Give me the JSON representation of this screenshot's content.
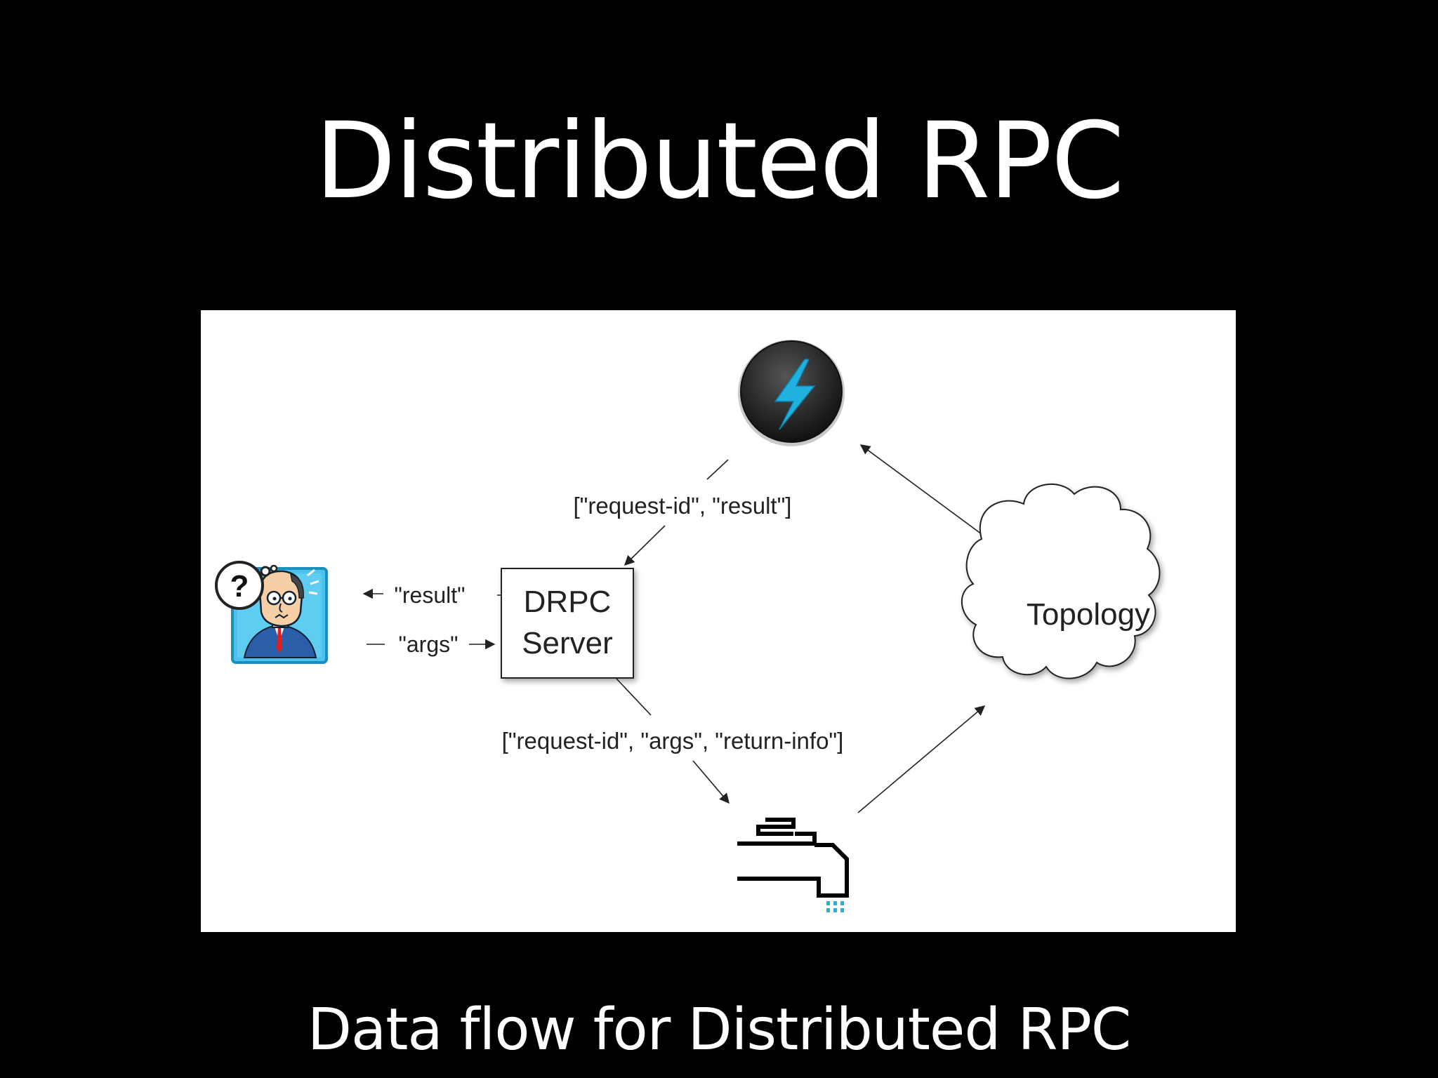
{
  "slide": {
    "title": "Distributed RPC",
    "caption": "Data flow for Distributed RPC"
  },
  "diagram": {
    "nodes": {
      "client": {
        "icon": "confused-client-icon",
        "bubble_text": "?"
      },
      "drpc_server": {
        "line1": "DRPC",
        "line2": "Server"
      },
      "spout": {
        "icon": "faucet-spout-icon"
      },
      "topology": {
        "label": "Topology"
      },
      "bolt": {
        "icon": "lightning-bolt-icon"
      }
    },
    "edges": {
      "server_to_spout": "[\"request-id\", \"args\", \"return-info\"]",
      "bolt_to_server": "[\"request-id\", \"result\"]",
      "server_to_client": "\"result\"",
      "client_to_server": "\"args\""
    },
    "colors": {
      "background": "#000000",
      "panel": "#ffffff",
      "accent": "#1fb2e0",
      "bolt_body": "#2b2b2b"
    }
  }
}
